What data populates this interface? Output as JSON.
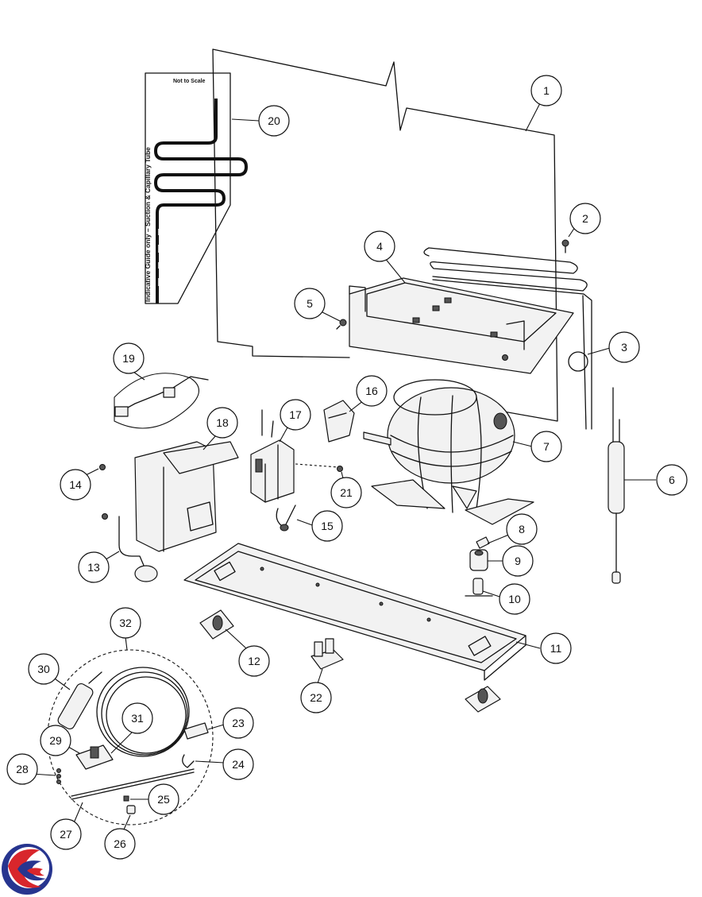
{
  "diagram": {
    "guide_note": "Not to Scale",
    "guide_caption": "Indicative Guide only – Suction & Capillary Tube",
    "callouts": [
      "1",
      "2",
      "3",
      "4",
      "5",
      "6",
      "7",
      "8",
      "9",
      "10",
      "11",
      "12",
      "13",
      "14",
      "15",
      "16",
      "17",
      "18",
      "19",
      "20",
      "21",
      "22",
      "23",
      "24",
      "25",
      "26",
      "27",
      "28",
      "29",
      "30",
      "31",
      "32"
    ]
  },
  "colors": {
    "line": "#111111",
    "part_fill": "#f2f2f2",
    "logo_red": "#d8262c",
    "logo_blue": "#27358f"
  }
}
